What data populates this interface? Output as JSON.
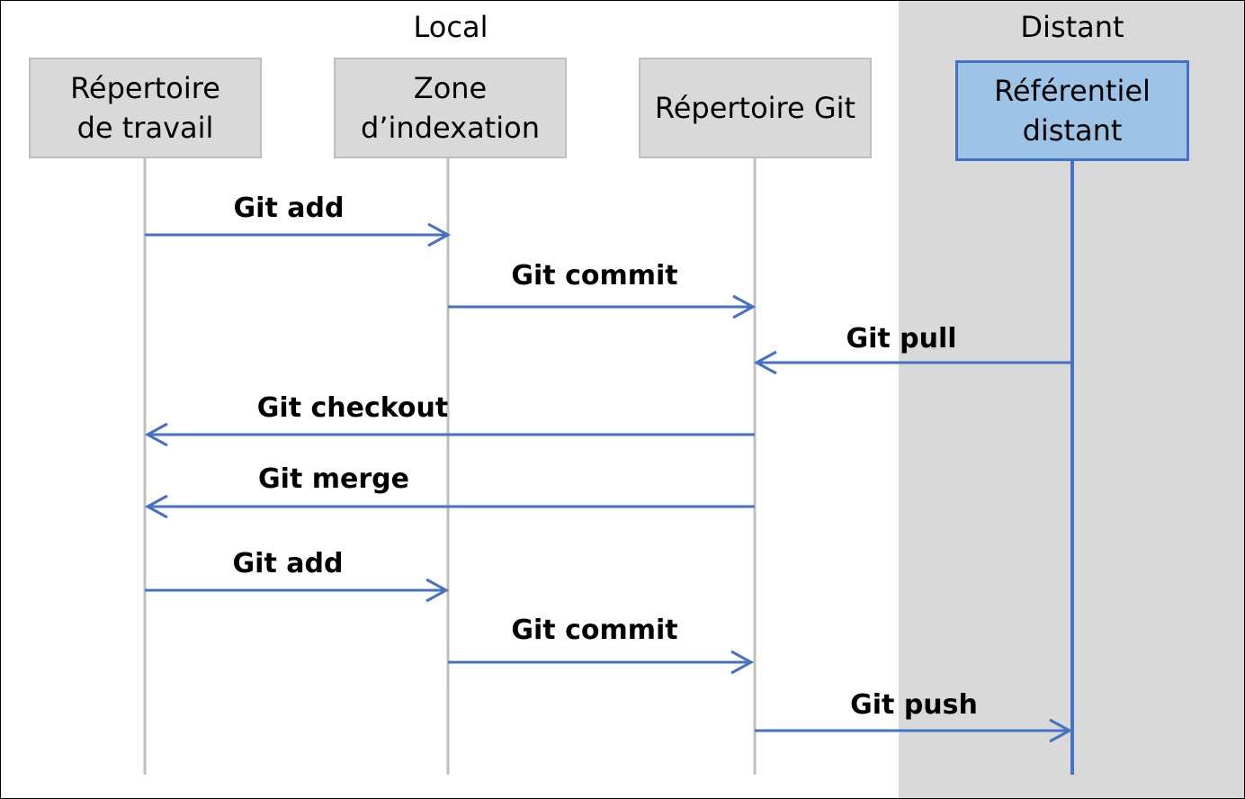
{
  "zones": {
    "local": {
      "label": "Local"
    },
    "remote": {
      "label": "Distant"
    }
  },
  "participants": [
    {
      "id": "working-dir",
      "label": "Répertoire\nde travail",
      "zone": "local"
    },
    {
      "id": "staging",
      "label": "Zone\nd’indexation",
      "zone": "local"
    },
    {
      "id": "git-dir",
      "label": "Répertoire Git",
      "zone": "local"
    },
    {
      "id": "remote-repo",
      "label": "Référentiel\ndistant",
      "zone": "remote"
    }
  ],
  "messages": [
    {
      "label": "Git add",
      "from": "working-dir",
      "to": "staging"
    },
    {
      "label": "Git commit",
      "from": "staging",
      "to": "git-dir"
    },
    {
      "label": "Git pull",
      "from": "remote-repo",
      "to": "git-dir"
    },
    {
      "label": "Git checkout",
      "from": "git-dir",
      "to": "working-dir"
    },
    {
      "label": "Git merge",
      "from": "git-dir",
      "to": "working-dir"
    },
    {
      "label": "Git add",
      "from": "working-dir",
      "to": "staging"
    },
    {
      "label": "Git commit",
      "from": "staging",
      "to": "git-dir"
    },
    {
      "label": "Git push",
      "from": "git-dir",
      "to": "remote-repo"
    }
  ],
  "colors": {
    "arrow": "#4472c4",
    "lifeline_local": "#c0c0c0",
    "lifeline_remote": "#4472c4",
    "remote_zone_bg": "#d9d9d9",
    "remote_box_bg": "#9dc3e6"
  }
}
